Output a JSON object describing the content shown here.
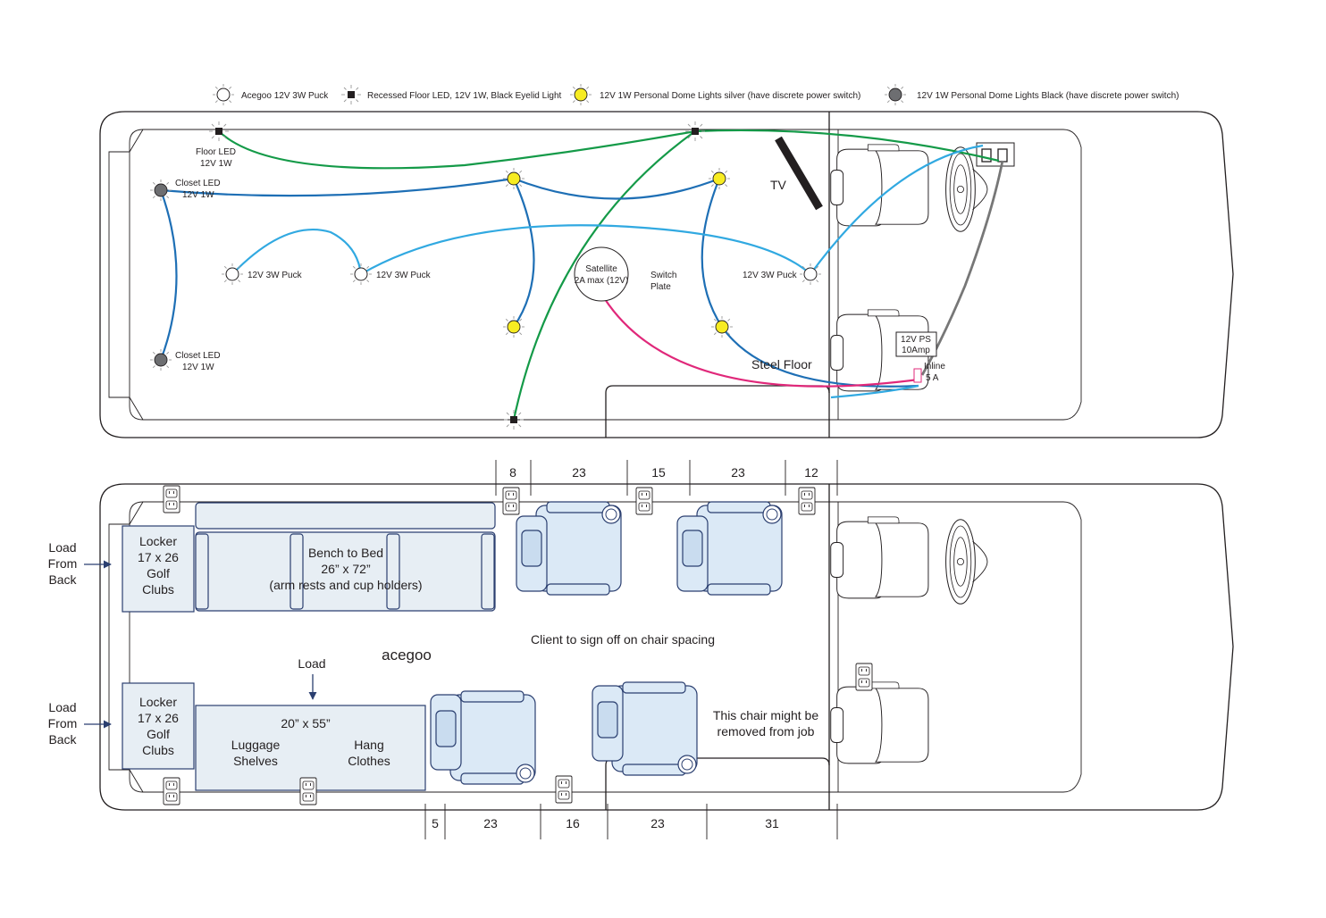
{
  "legend": {
    "items": [
      {
        "label": "Acegoo 12V 3W Puck",
        "icon": "white-puck-icon"
      },
      {
        "label": "Recessed Floor LED, 12V 1W, Black Eyelid Light",
        "icon": "black-square-icon"
      },
      {
        "label": "12V 1W Personal Dome Lights silver (have discrete power switch)",
        "icon": "yellow-dome-icon"
      },
      {
        "label": "12V 1W Personal Dome Lights Black (have discrete power switch)",
        "icon": "gray-dome-icon"
      }
    ]
  },
  "top_plan": {
    "floor_led": {
      "line1": "Floor LED",
      "line2": "12V 1W"
    },
    "closet_led_top": {
      "line1": "Closet LED",
      "line2": "12V 1W"
    },
    "closet_led_bottom": {
      "line1": "Closet LED",
      "line2": "12V 1W"
    },
    "puck_a": "12V 3W Puck",
    "puck_b": "12V 3W Puck",
    "puck_c": "12V 3W Puck",
    "tv": "TV",
    "satellite": {
      "line1": "Satellite",
      "line2": "2A max (12V)"
    },
    "switch_plate": {
      "line1": "Switch",
      "line2": "Plate"
    },
    "steel_floor": "Steel Floor",
    "power_supply": {
      "line1": "12V PS",
      "line2": "10Amp"
    },
    "inline_fuse": {
      "line1": "Inline",
      "line2": "5 A"
    }
  },
  "bottom_plan": {
    "top_dims": [
      "8",
      "23",
      "15",
      "23",
      "12"
    ],
    "bottom_dims": [
      "5",
      "23",
      "16",
      "23",
      "31"
    ],
    "load_back_upper": [
      "Load",
      "From",
      "Back"
    ],
    "load_back_lower": [
      "Load",
      "From",
      "Back"
    ],
    "locker_upper": [
      "Locker",
      "17 x 26",
      "Golf",
      "Clubs"
    ],
    "locker_lower": [
      "Locker",
      "17 x 26",
      "Golf",
      "Clubs"
    ],
    "bench": [
      "Bench to Bed",
      "26” x 72”",
      "(arm rests and cup holders)"
    ],
    "client_note": "Client to sign off on chair spacing",
    "brand": "acegoo",
    "load_label": "Load",
    "luggage_dims": "20” x 55”",
    "luggage": [
      "Luggage",
      "Shelves"
    ],
    "hang": [
      "Hang",
      "Clothes"
    ],
    "chair_note": [
      "This chair might be",
      "removed from job"
    ]
  },
  "colors": {
    "green_wire": "#149a48",
    "blue_wire": "#1e6fb5",
    "cyan_wire": "#31a9e1",
    "magenta_wire": "#e0287a",
    "gray_wire": "#777777",
    "yellow_light": "#f7ec22",
    "gray_light": "#6d6e71",
    "chair_fill": "#dbe9f6",
    "outline": "#231f20"
  }
}
